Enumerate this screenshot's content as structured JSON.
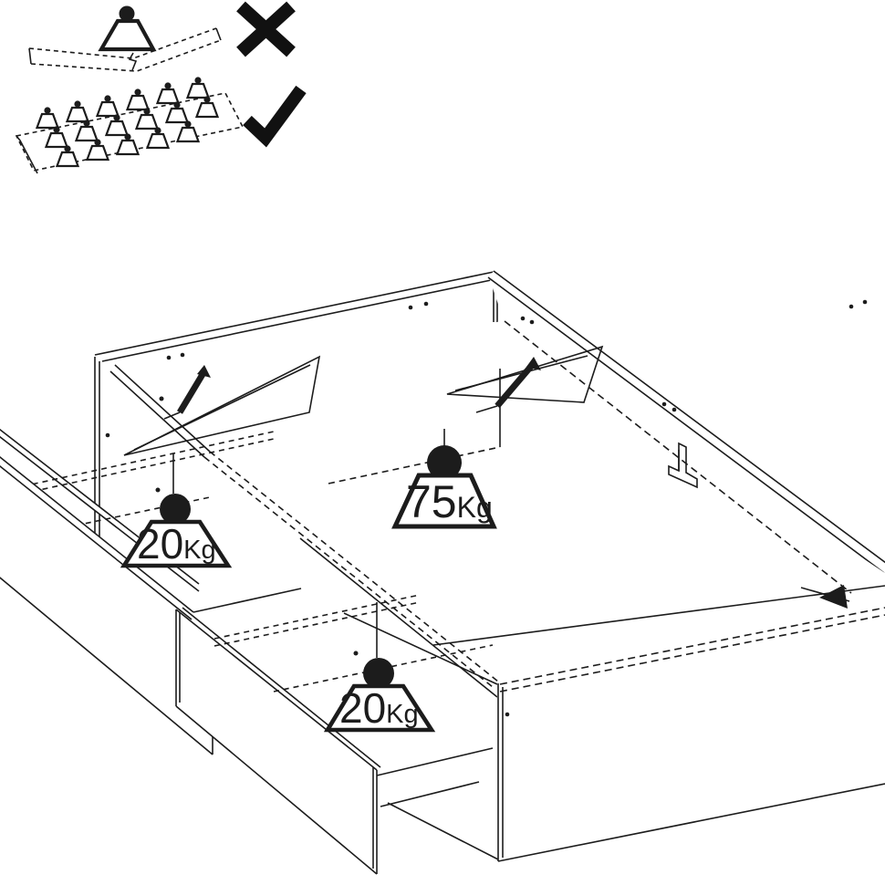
{
  "colors": {
    "ink": "#1c1c1c",
    "paper": "#ffffff"
  },
  "usage_guide": {
    "incorrect": {
      "icon": "x-mark",
      "diagram": "concentrated-single-weight-on-panel",
      "weights_shown": 1
    },
    "correct": {
      "icon": "check-mark",
      "diagram": "distributed-weights-on-panel",
      "weights_shown": 17
    }
  },
  "load_limits": {
    "bed_base": {
      "value": "75",
      "unit": "Kg"
    },
    "left_drawer": {
      "value": "20",
      "unit": "Kg"
    },
    "front_drawer": {
      "value": "20",
      "unit": "Kg"
    }
  }
}
